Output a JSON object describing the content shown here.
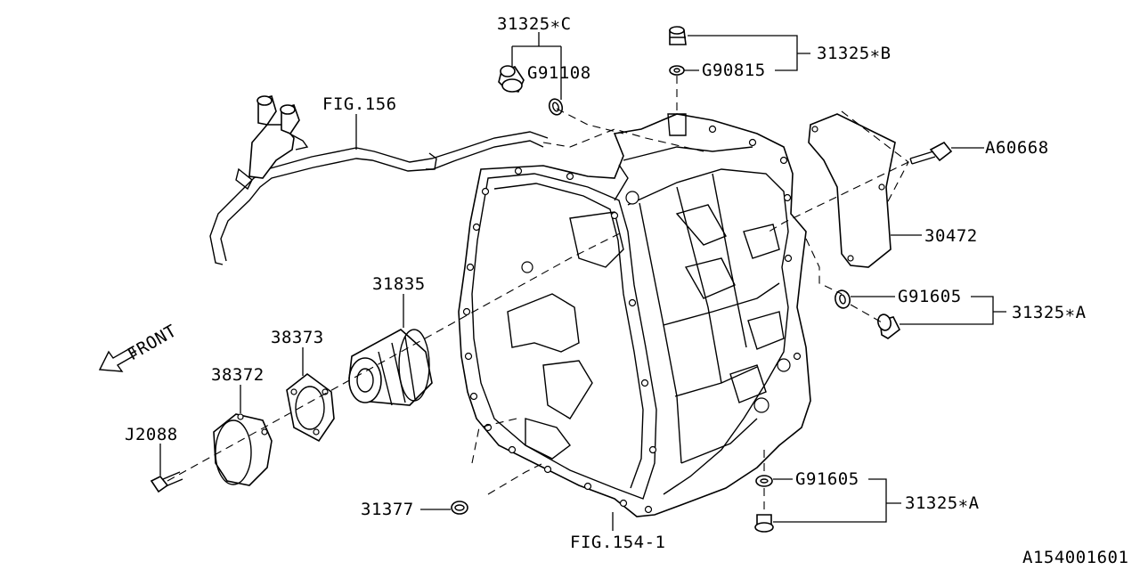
{
  "diagram": {
    "front_label": "FRONT",
    "labels": {
      "p31325c": "31325∗C",
      "g91108": "G91108",
      "p31325b": "31325∗B",
      "g90815": "G90815",
      "fig156": "FIG.156",
      "a60668": "A60668",
      "p30472": "30472",
      "g91605_upper": "G91605",
      "p31325a_upper": "31325∗A",
      "p31835": "31835",
      "p38373": "38373",
      "p38372": "38372",
      "j2088": "J2088",
      "g91605_lower": "G91605",
      "p31325a_lower": "31325∗A",
      "p31377": "31377",
      "fig154_1": "FIG.154-1",
      "drawing_id": "A154001601"
    }
  }
}
